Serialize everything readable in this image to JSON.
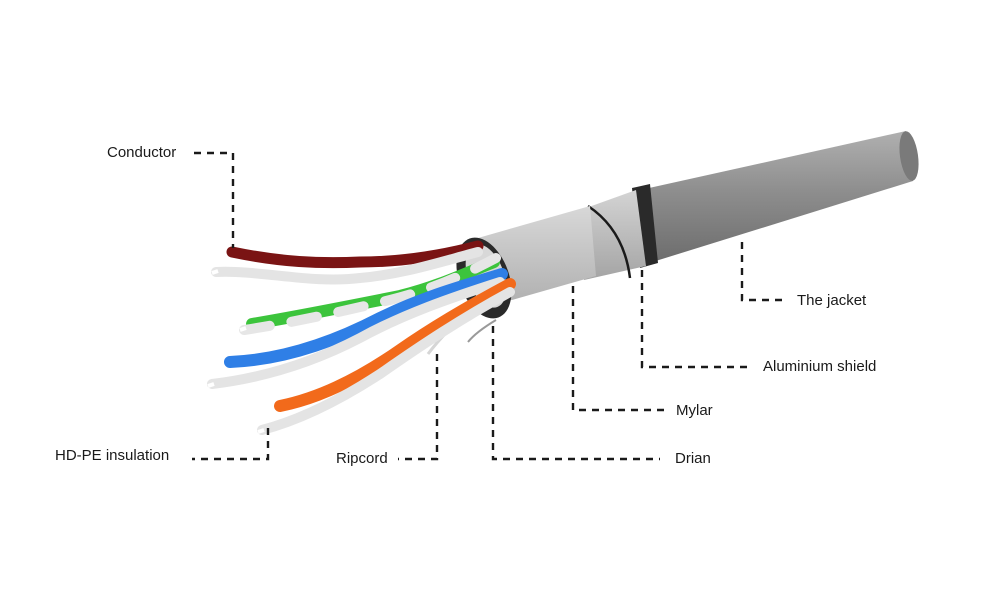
{
  "labels": {
    "conductor": "Conductor",
    "hdpe_insulation": "HD-PE insulation",
    "ripcord": "Ripcord",
    "drain": "Drian",
    "mylar": "Mylar",
    "aluminium_shield": "Aluminium shield",
    "jacket": "The jacket"
  },
  "colors": {
    "jacket": "#8a8a8a",
    "shield": "#bdbdbd",
    "mylar": "#c6c6c6",
    "pair_brown": "#7a1414",
    "pair_green": "#3cc43c",
    "pair_blue": "#2f7fe6",
    "pair_orange": "#f26a1b",
    "pair_white": "#e4e4e4"
  }
}
